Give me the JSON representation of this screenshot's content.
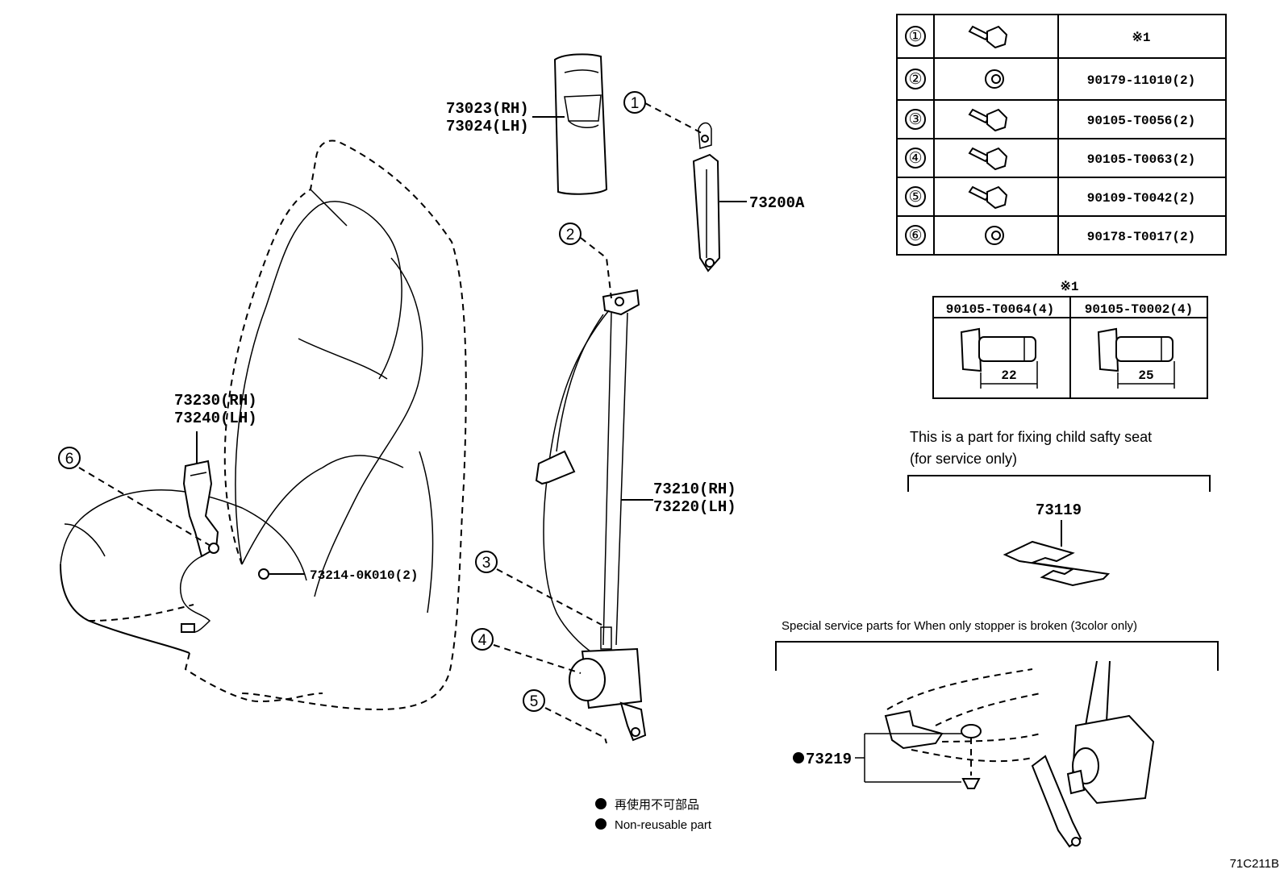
{
  "callouts": {
    "pillar_trim": [
      "73023(RH)",
      "73024(LH)"
    ],
    "adjuster": "73200A",
    "buckle": [
      "73230(RH)",
      "73240(LH)"
    ],
    "clip": "73214-0K010(2)",
    "belt": [
      "73210(RH)",
      "73220(LH)"
    ],
    "child_part": "73119",
    "stopper": "73219"
  },
  "ref_markers": [
    "①",
    "②",
    "③",
    "④",
    "⑤",
    "⑥"
  ],
  "fastener_table": {
    "rows": [
      {
        "ref": "①",
        "icon": "bolt-icon",
        "part": "※1"
      },
      {
        "ref": "②",
        "icon": "nut-icon",
        "part": "90179-11010(2)"
      },
      {
        "ref": "③",
        "icon": "bolt-icon",
        "part": "90105-T0056(2)"
      },
      {
        "ref": "④",
        "icon": "bolt-icon",
        "part": "90105-T0063(2)"
      },
      {
        "ref": "⑤",
        "icon": "bolt-icon",
        "part": "90109-T0042(2)"
      },
      {
        "ref": "⑥",
        "icon": "nut-icon",
        "part": "90178-T0017(2)"
      }
    ]
  },
  "note1": {
    "marker": "※1",
    "columns": [
      {
        "part": "90105-T0064(4)",
        "length": "22"
      },
      {
        "part": "90105-T0002(4)",
        "length": "25"
      }
    ]
  },
  "child_seat_note": [
    "This is a part for fixing child safty seat",
    "(for service only)"
  ],
  "stopper_note": "Special service parts for When only stopper is broken (3color only)",
  "legend": [
    "再使用不可部品",
    "Non-reusable part"
  ],
  "figure_code": "71C211B"
}
